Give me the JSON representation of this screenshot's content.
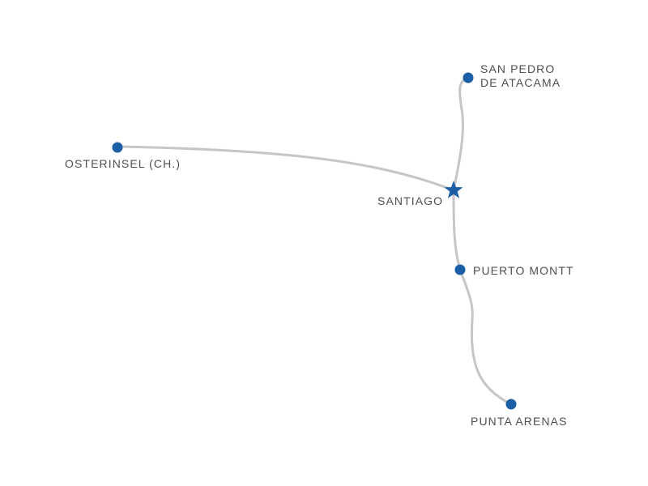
{
  "colors": {
    "route": "#c6c6c6",
    "marker": "#1d5fa6",
    "label": "#4f4f4f",
    "background": "#ffffff"
  },
  "hub": {
    "name": "SANTIAGO",
    "icon": "star-icon"
  },
  "destinations": [
    {
      "id": "san-pedro",
      "label_lines": [
        "SAN PEDRO",
        "DE ATACAMA"
      ],
      "icon": "dot-icon"
    },
    {
      "id": "osterinsel",
      "label_lines": [
        "OSTERINSEL (CH.)"
      ],
      "icon": "dot-icon"
    },
    {
      "id": "puerto-montt",
      "label_lines": [
        "PUERTO MONTT"
      ],
      "icon": "dot-icon"
    },
    {
      "id": "punta-arenas",
      "label_lines": [
        "PUNTA ARENAS"
      ],
      "icon": "dot-icon"
    }
  ]
}
